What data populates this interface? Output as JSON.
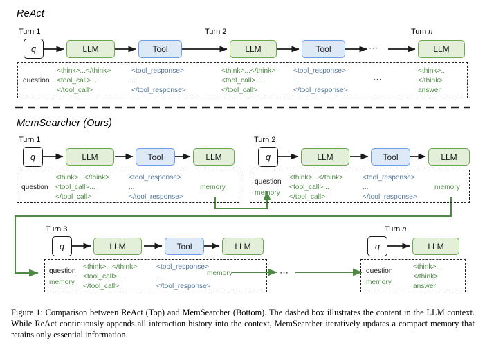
{
  "figure": {
    "caption": "Figure 1: Comparison between ReAct (Top) and MemSearcher (Bottom). The dashed box illustrates the content in the LLM context. While ReAct continuously appends all interaction history into the context, MemSearcher iteratively updates a compact memory that retains only essential information."
  },
  "sections": {
    "react": {
      "title": "ReAct"
    },
    "memsearcher": {
      "title": "MemSearcher (Ours)"
    }
  },
  "labels": {
    "turn1": "Turn 1",
    "turn2": "Turn 2",
    "turn3": "Turn 3",
    "turn_n_prefix": "Turn ",
    "turn_n_italic": "n",
    "q": "q",
    "llm": "LLM",
    "tool": "Tool",
    "ellipsis": "⋯"
  },
  "context_tokens": {
    "question": "question",
    "memory": "memory",
    "think_open_close": "<think>...</think>",
    "tool_call_open": "<tool_call>...",
    "tool_call_close": "</tool_call>",
    "tool_response_open": "<tool_response>",
    "tool_response_mid": "...",
    "tool_response_close": "</tool_response>",
    "think_open": "<think>...",
    "think_close": "</think>",
    "answer": "answer"
  },
  "colors": {
    "llm_fill": "#e3efd9",
    "llm_stroke": "#6aa84f",
    "tool_fill": "#dde9f7",
    "tool_stroke": "#6d9eeb",
    "memory_green": "#5a9153",
    "tag_green": "#4e8a46",
    "tag_blue": "#50769a",
    "arrow_black": "#1a1a1a",
    "memory_arrow": "#4f8a45",
    "divider": "#1a1a1a"
  },
  "react_flow": {
    "turns": [
      "Turn 1",
      "Turn 2",
      "Turn n"
    ],
    "nodes": [
      "q",
      "LLM",
      "Tool",
      "LLM",
      "Tool",
      "LLM"
    ],
    "context_columns": [
      {
        "lines": [
          "question"
        ],
        "color": "black"
      },
      {
        "lines": [
          "<think>...</think>",
          "<tool_call>...",
          "</tool_call>"
        ],
        "color": "green"
      },
      {
        "lines": [
          "<tool_response>",
          "...",
          "</tool_response>"
        ],
        "color": "blue"
      },
      {
        "lines": [
          "<think>...</think>",
          "<tool_call>...",
          "</tool_call>"
        ],
        "color": "green"
      },
      {
        "lines": [
          "<tool_response>",
          "...",
          "</tool_response>"
        ],
        "color": "blue"
      },
      {
        "lines": [
          "<think>...",
          "</think>",
          "answer"
        ],
        "color": "green"
      }
    ]
  },
  "mem_flow": {
    "turn1": {
      "label": "Turn 1",
      "nodes": [
        "q",
        "LLM",
        "Tool",
        "LLM"
      ],
      "context": {
        "left": [
          "question"
        ],
        "col1": [
          "<think>...</think>",
          "<tool_call>...",
          "</tool_call>"
        ],
        "col2": [
          "<tool_response>",
          "...",
          "</tool_response>"
        ],
        "memory_out": "memory"
      }
    },
    "turn2": {
      "label": "Turn 2",
      "nodes": [
        "q",
        "LLM",
        "Tool",
        "LLM"
      ],
      "context": {
        "left": [
          "question",
          "memory"
        ],
        "col1": [
          "<think>...</think>",
          "<tool_call>...",
          "</tool_call>"
        ],
        "col2": [
          "<tool_response>",
          "...",
          "</tool_response>"
        ],
        "memory_out": "memory"
      }
    },
    "turn3": {
      "label": "Turn 3",
      "nodes": [
        "q",
        "LLM",
        "Tool",
        "LLM"
      ],
      "context": {
        "left": [
          "question",
          "memory"
        ],
        "col1": [
          "<think>...</think>",
          "<tool_call>...",
          "</tool_call>"
        ],
        "col2": [
          "<tool_response>",
          "...",
          "</tool_response>"
        ],
        "memory_out": "memory"
      }
    },
    "turnn": {
      "label": "Turn n",
      "nodes": [
        "q",
        "LLM"
      ],
      "context": {
        "left": [
          "question",
          "memory"
        ],
        "col1": [
          "<think>...",
          "</think>",
          "answer"
        ]
      }
    }
  }
}
